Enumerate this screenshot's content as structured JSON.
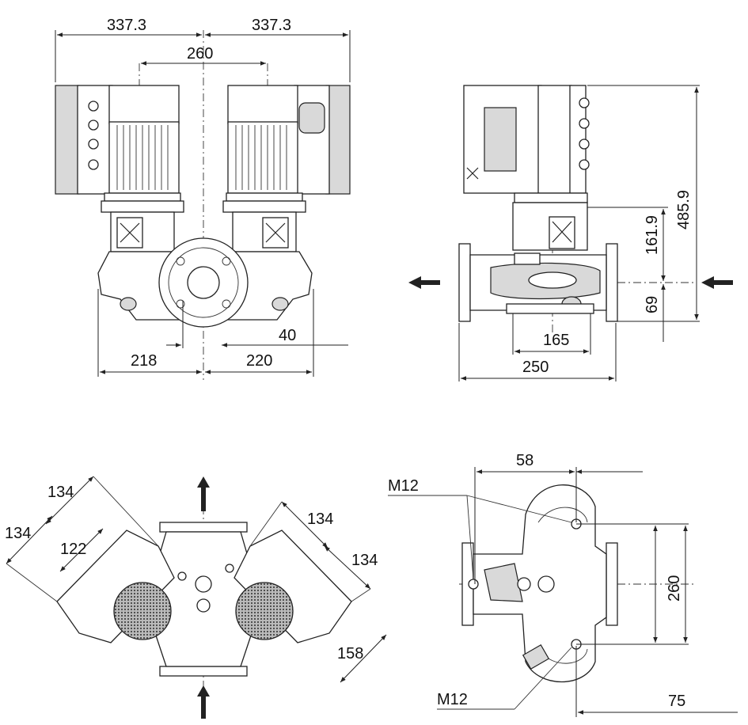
{
  "front_view": {
    "dim_left_half": "337.3",
    "dim_right_half": "337.3",
    "dim_motor_spacing": "260",
    "dim_offset": "40",
    "dim_left_foot": "218",
    "dim_right_foot": "220"
  },
  "side_view": {
    "dim_total_height": "485.9",
    "dim_mid_height": "161.9",
    "dim_low_height": "69",
    "dim_base_width": "165",
    "dim_flange_width": "250"
  },
  "top_view": {
    "dim_a": "134",
    "dim_b": "134",
    "dim_c": "122",
    "dim_d": "134",
    "dim_e": "134",
    "dim_f": "158"
  },
  "base_view": {
    "dim_top": "58",
    "dim_right": "260",
    "dim_bottom": "75",
    "thread_top": "M12",
    "thread_bottom": "M12"
  }
}
